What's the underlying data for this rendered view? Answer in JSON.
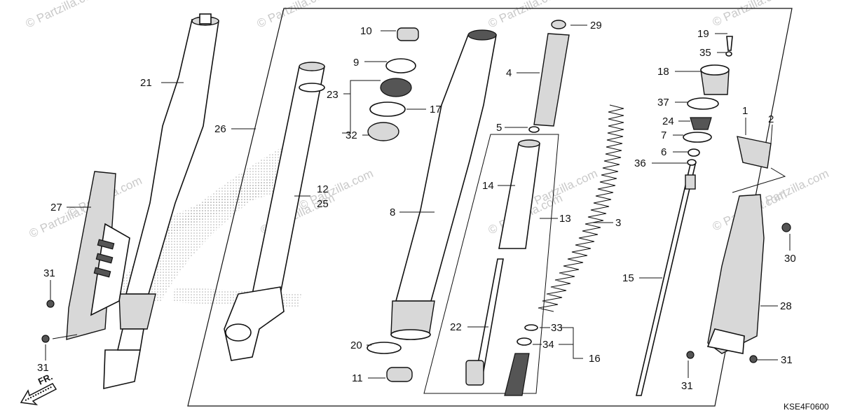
{
  "watermarks": [
    "© Partzilla.com",
    "© Partzilla.com",
    "© Partzilla.com",
    "© Partzilla.com",
    "© Partzilla.com",
    "© Partzilla.com",
    "© Partzilla.com",
    "© Partzilla.com",
    "© Partzilla.com",
    "© Partzilla.com",
    "© Partzilla.com",
    "© Partzilla.com"
  ],
  "diagram_code": "KSE4F0600",
  "front_arrow_label": "FR.",
  "callouts": {
    "c1": "1",
    "c2": "2",
    "c3": "3",
    "c4": "4",
    "c5": "5",
    "c6": "6",
    "c7": "7",
    "c8": "8",
    "c9": "9",
    "c10": "10",
    "c11": "11",
    "c12": "12",
    "c13": "13",
    "c14": "14",
    "c15": "15",
    "c16": "16",
    "c17": "17",
    "c18": "18",
    "c19": "19",
    "c20": "20",
    "c21": "21",
    "c22": "22",
    "c23": "23",
    "c24": "24",
    "c25": "25",
    "c26": "26",
    "c27": "27",
    "c28": "28",
    "c29": "29",
    "c30": "30",
    "c31a": "31",
    "c31b": "31",
    "c31c": "31",
    "c31d": "31",
    "c32": "32",
    "c33": "33",
    "c34": "34",
    "c35": "35",
    "c36": "36",
    "c37": "37"
  }
}
